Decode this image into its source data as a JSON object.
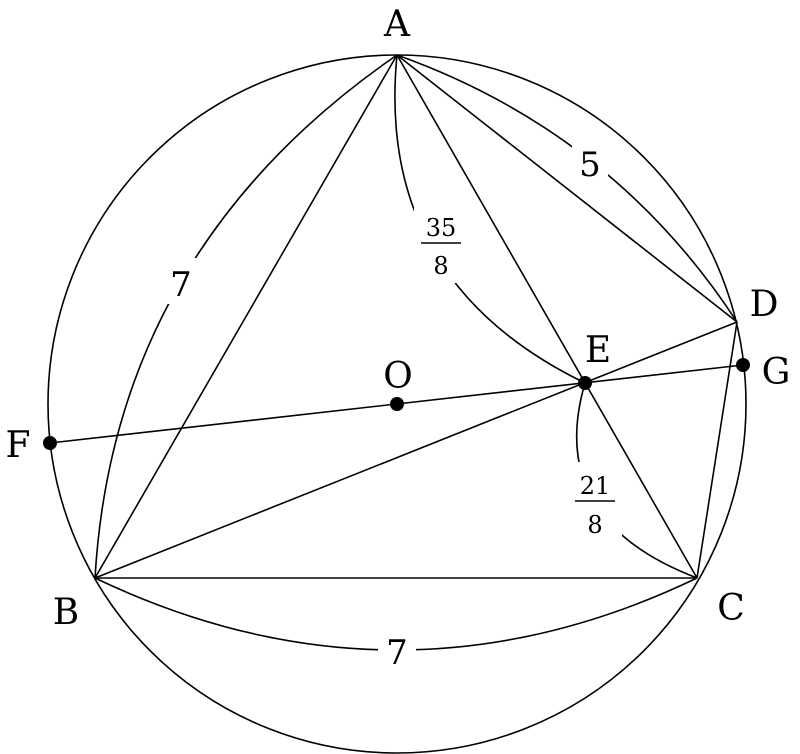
{
  "points": {
    "A": "A",
    "B": "B",
    "C": "C",
    "D": "D",
    "E": "E",
    "F": "F",
    "G": "G",
    "O": "O"
  },
  "lengths": {
    "AB": "7",
    "BC": "7",
    "AD": "5",
    "AE": {
      "numerator": "35",
      "denominator": "8"
    },
    "EC": {
      "numerator": "21",
      "denominator": "8"
    }
  }
}
